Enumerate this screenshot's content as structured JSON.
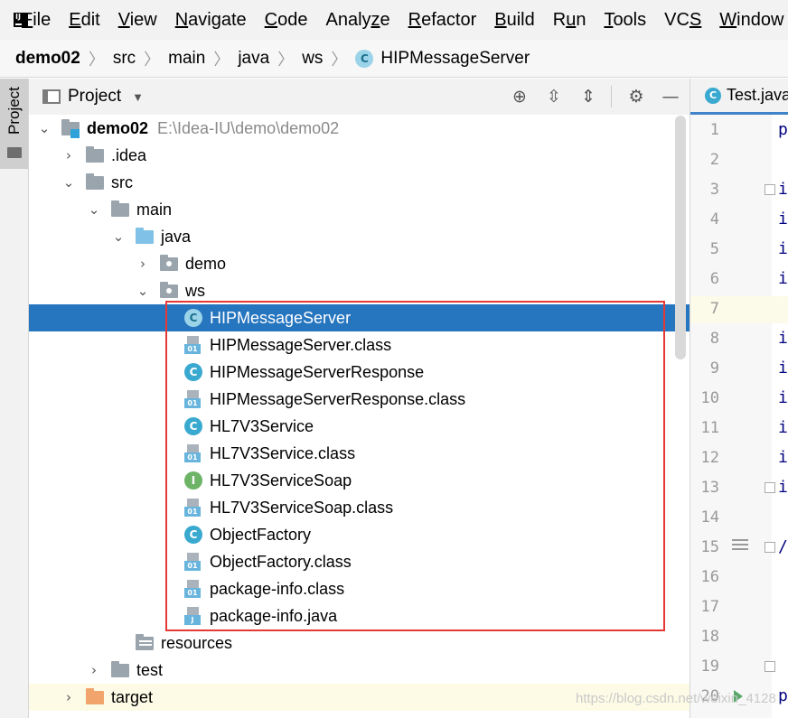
{
  "menubar": {
    "items": [
      {
        "mn": "F",
        "rest": "ile"
      },
      {
        "mn": "E",
        "rest": "dit"
      },
      {
        "mn": "V",
        "rest": "iew"
      },
      {
        "mn": "N",
        "rest": "avigate"
      },
      {
        "mn": "C",
        "rest": "ode"
      },
      {
        "pre": "Analy",
        "mn": "z",
        "rest": "e"
      },
      {
        "mn": "R",
        "rest": "efactor"
      },
      {
        "mn": "B",
        "rest": "uild"
      },
      {
        "pre": "R",
        "mn": "u",
        "rest": "n"
      },
      {
        "mn": "T",
        "rest": "ools"
      },
      {
        "pre": "VC",
        "mn": "S",
        "rest": ""
      },
      {
        "mn": "W",
        "rest": "indow"
      }
    ]
  },
  "breadcrumb": [
    "demo02",
    "src",
    "main",
    "java",
    "ws",
    "HIPMessageServer"
  ],
  "sidebar": {
    "tab_label": "Project"
  },
  "panel": {
    "title": "Project"
  },
  "tree": {
    "root_name": "demo02",
    "root_path": "E:\\Idea-IU\\demo\\demo02",
    "idea": ".idea",
    "src": "src",
    "main": "main",
    "java": "java",
    "demo": "demo",
    "ws": "ws",
    "files": [
      {
        "name": "HIPMessageServer",
        "kind": "class"
      },
      {
        "name": "HIPMessageServer.class",
        "kind": "binary"
      },
      {
        "name": "HIPMessageServerResponse",
        "kind": "class"
      },
      {
        "name": "HIPMessageServerResponse.class",
        "kind": "binary"
      },
      {
        "name": "HL7V3Service",
        "kind": "class"
      },
      {
        "name": "HL7V3Service.class",
        "kind": "binary"
      },
      {
        "name": "HL7V3ServiceSoap",
        "kind": "interface"
      },
      {
        "name": "HL7V3ServiceSoap.class",
        "kind": "binary"
      },
      {
        "name": "ObjectFactory",
        "kind": "class"
      },
      {
        "name": "ObjectFactory.class",
        "kind": "binary"
      },
      {
        "name": "package-info.class",
        "kind": "binary"
      },
      {
        "name": "package-info.java",
        "kind": "java"
      }
    ],
    "resources": "resources",
    "test": "test",
    "target": "target"
  },
  "editor": {
    "tab": "Test.java",
    "line_numbers": [
      "1",
      "2",
      "3",
      "4",
      "5",
      "6",
      "7",
      "8",
      "9",
      "10",
      "11",
      "12",
      "13",
      "14",
      "15",
      "16",
      "17",
      "18",
      "19",
      "20"
    ],
    "code_chars": {
      "1": "p",
      "3": "i",
      "4": "i",
      "5": "i",
      "6": "i",
      "8": "i",
      "9": "i",
      "10": "i",
      "11": "i",
      "12": "i",
      "13": "i",
      "15": "/",
      "20": "p"
    }
  },
  "watermark": "https://blog.csdn.net/weixin_4128",
  "colors": {
    "selection": "#2675bf",
    "highlight_border": "#e53935",
    "class_icon": "#3aa9cf",
    "interface_icon": "#6db467"
  }
}
